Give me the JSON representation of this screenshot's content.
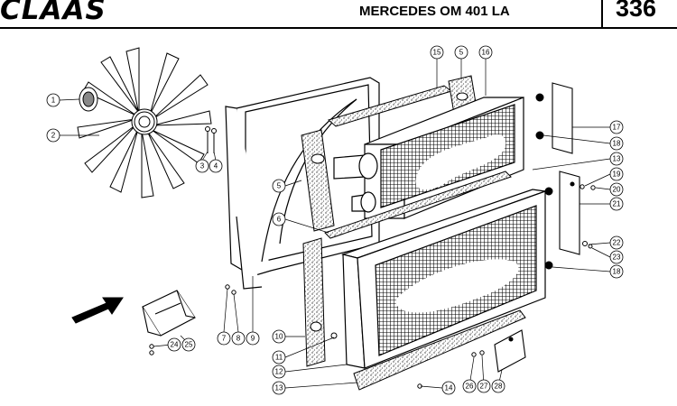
{
  "header": {
    "brand": "CLAAS",
    "engine_model": "MERCEDES  OM 401 LA",
    "page_number": "336"
  },
  "callouts": [
    "1",
    "2",
    "3",
    "4",
    "5",
    "6",
    "7",
    "8",
    "9",
    "10",
    "11",
    "12",
    "13",
    "14",
    "15",
    "5",
    "16",
    "17",
    "18",
    "13",
    "19",
    "20",
    "21",
    "22",
    "23",
    "18",
    "24",
    "25",
    "26",
    "27",
    "28"
  ],
  "colors": {
    "line": "#000000",
    "paper": "#ffffff",
    "foam": "#555555"
  },
  "icons": [
    "arrow-icon"
  ]
}
